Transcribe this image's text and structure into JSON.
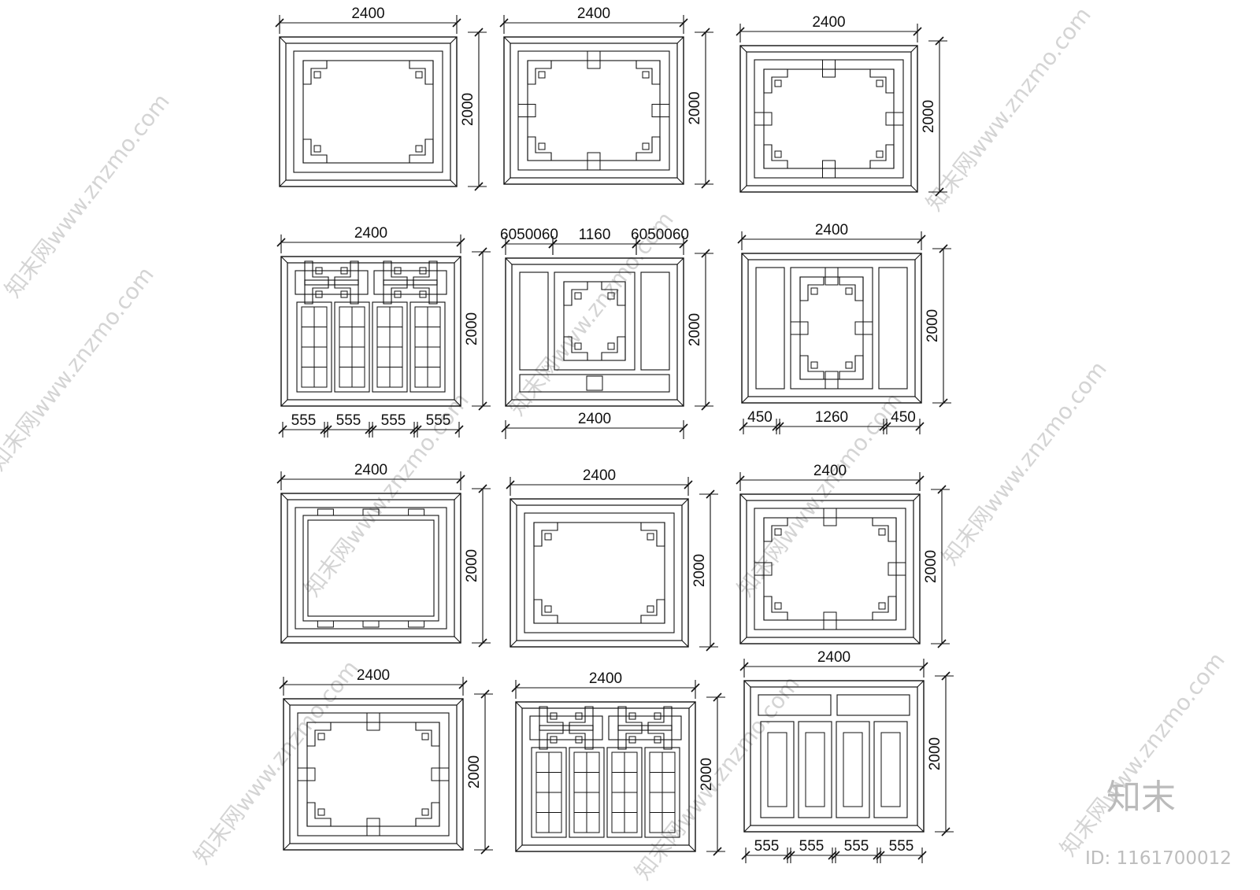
{
  "watermark": {
    "text": "知末网www.znzmo.com"
  },
  "brand": {
    "logo": "知末",
    "id_text": "ID: 1161700012"
  },
  "panels": [
    {
      "width_label": "2400",
      "height_label": "2000",
      "style": "fretwork-corners"
    },
    {
      "width_label": "2400",
      "height_label": "2000",
      "style": "fretwork-midknots"
    },
    {
      "width_label": "2400",
      "height_label": "2000",
      "style": "fretwork-meander"
    },
    {
      "width_label": "2400",
      "height_label": "2000",
      "style": "four-doors",
      "segment_labels": [
        "555",
        "555",
        "555",
        "555"
      ]
    },
    {
      "top_labels": [
        "6050060",
        "1160",
        "6050060"
      ],
      "bottom_label": "2400",
      "height_label": "2000",
      "style": "three-pane"
    },
    {
      "width_label": "2400",
      "height_label": "2000",
      "style": "side-columns",
      "segment_labels": [
        "450",
        "1260",
        "450"
      ]
    },
    {
      "width_label": "2400",
      "height_label": "2000",
      "style": "double-frame"
    },
    {
      "width_label": "2400",
      "height_label": "2000",
      "style": "fretwork-corners-2"
    },
    {
      "width_label": "2400",
      "height_label": "2000",
      "style": "knot-frame"
    },
    {
      "width_label": "2400",
      "height_label": "2000",
      "style": "meander-wide"
    },
    {
      "width_label": "2400",
      "height_label": "2000",
      "style": "four-doors-2"
    },
    {
      "width_label": "2400",
      "height_label": "2000",
      "style": "four-tall-panels",
      "segment_labels": [
        "555",
        "555",
        "555",
        "555"
      ]
    }
  ]
}
